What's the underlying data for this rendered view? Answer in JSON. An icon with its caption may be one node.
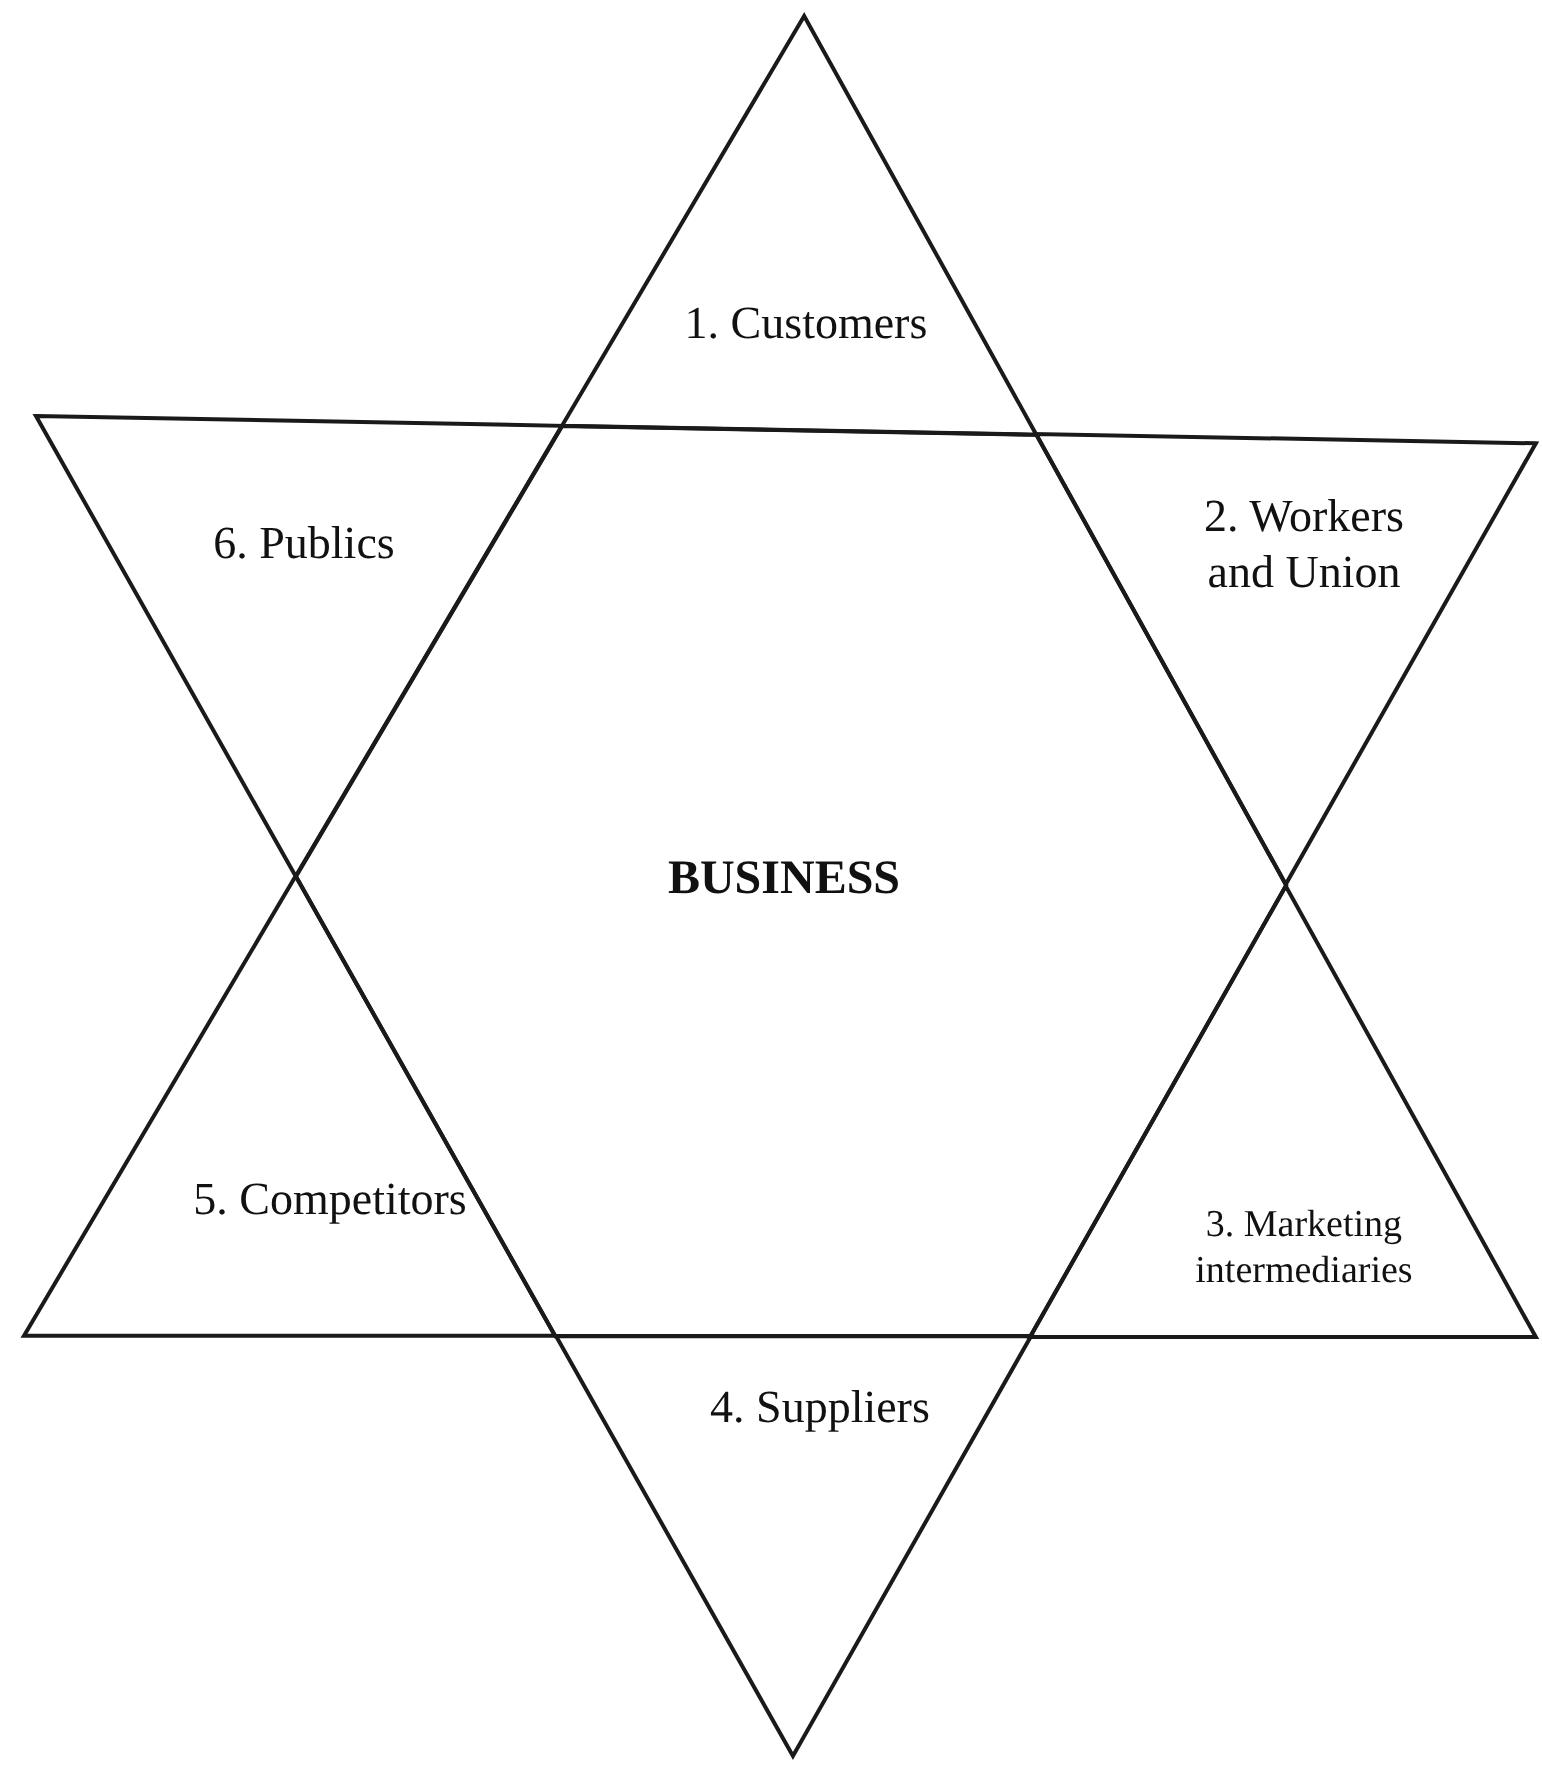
{
  "diagram": {
    "nodes": [
      {
        "text": [
          "1. Customers"
        ]
      },
      {
        "text": [
          "6. Publics"
        ]
      },
      {
        "text": [
          "2. Workers and Union"
        ]
      },
      {
        "text": [
          "BUSINESS"
        ]
      },
      {
        "text": [
          "5. Competitors"
        ]
      },
      {
        "text": [
          "3. Marketing intermediaries"
        ]
      },
      {
        "text": [
          "4. Suppliers"
        ]
      }
    ]
  }
}
